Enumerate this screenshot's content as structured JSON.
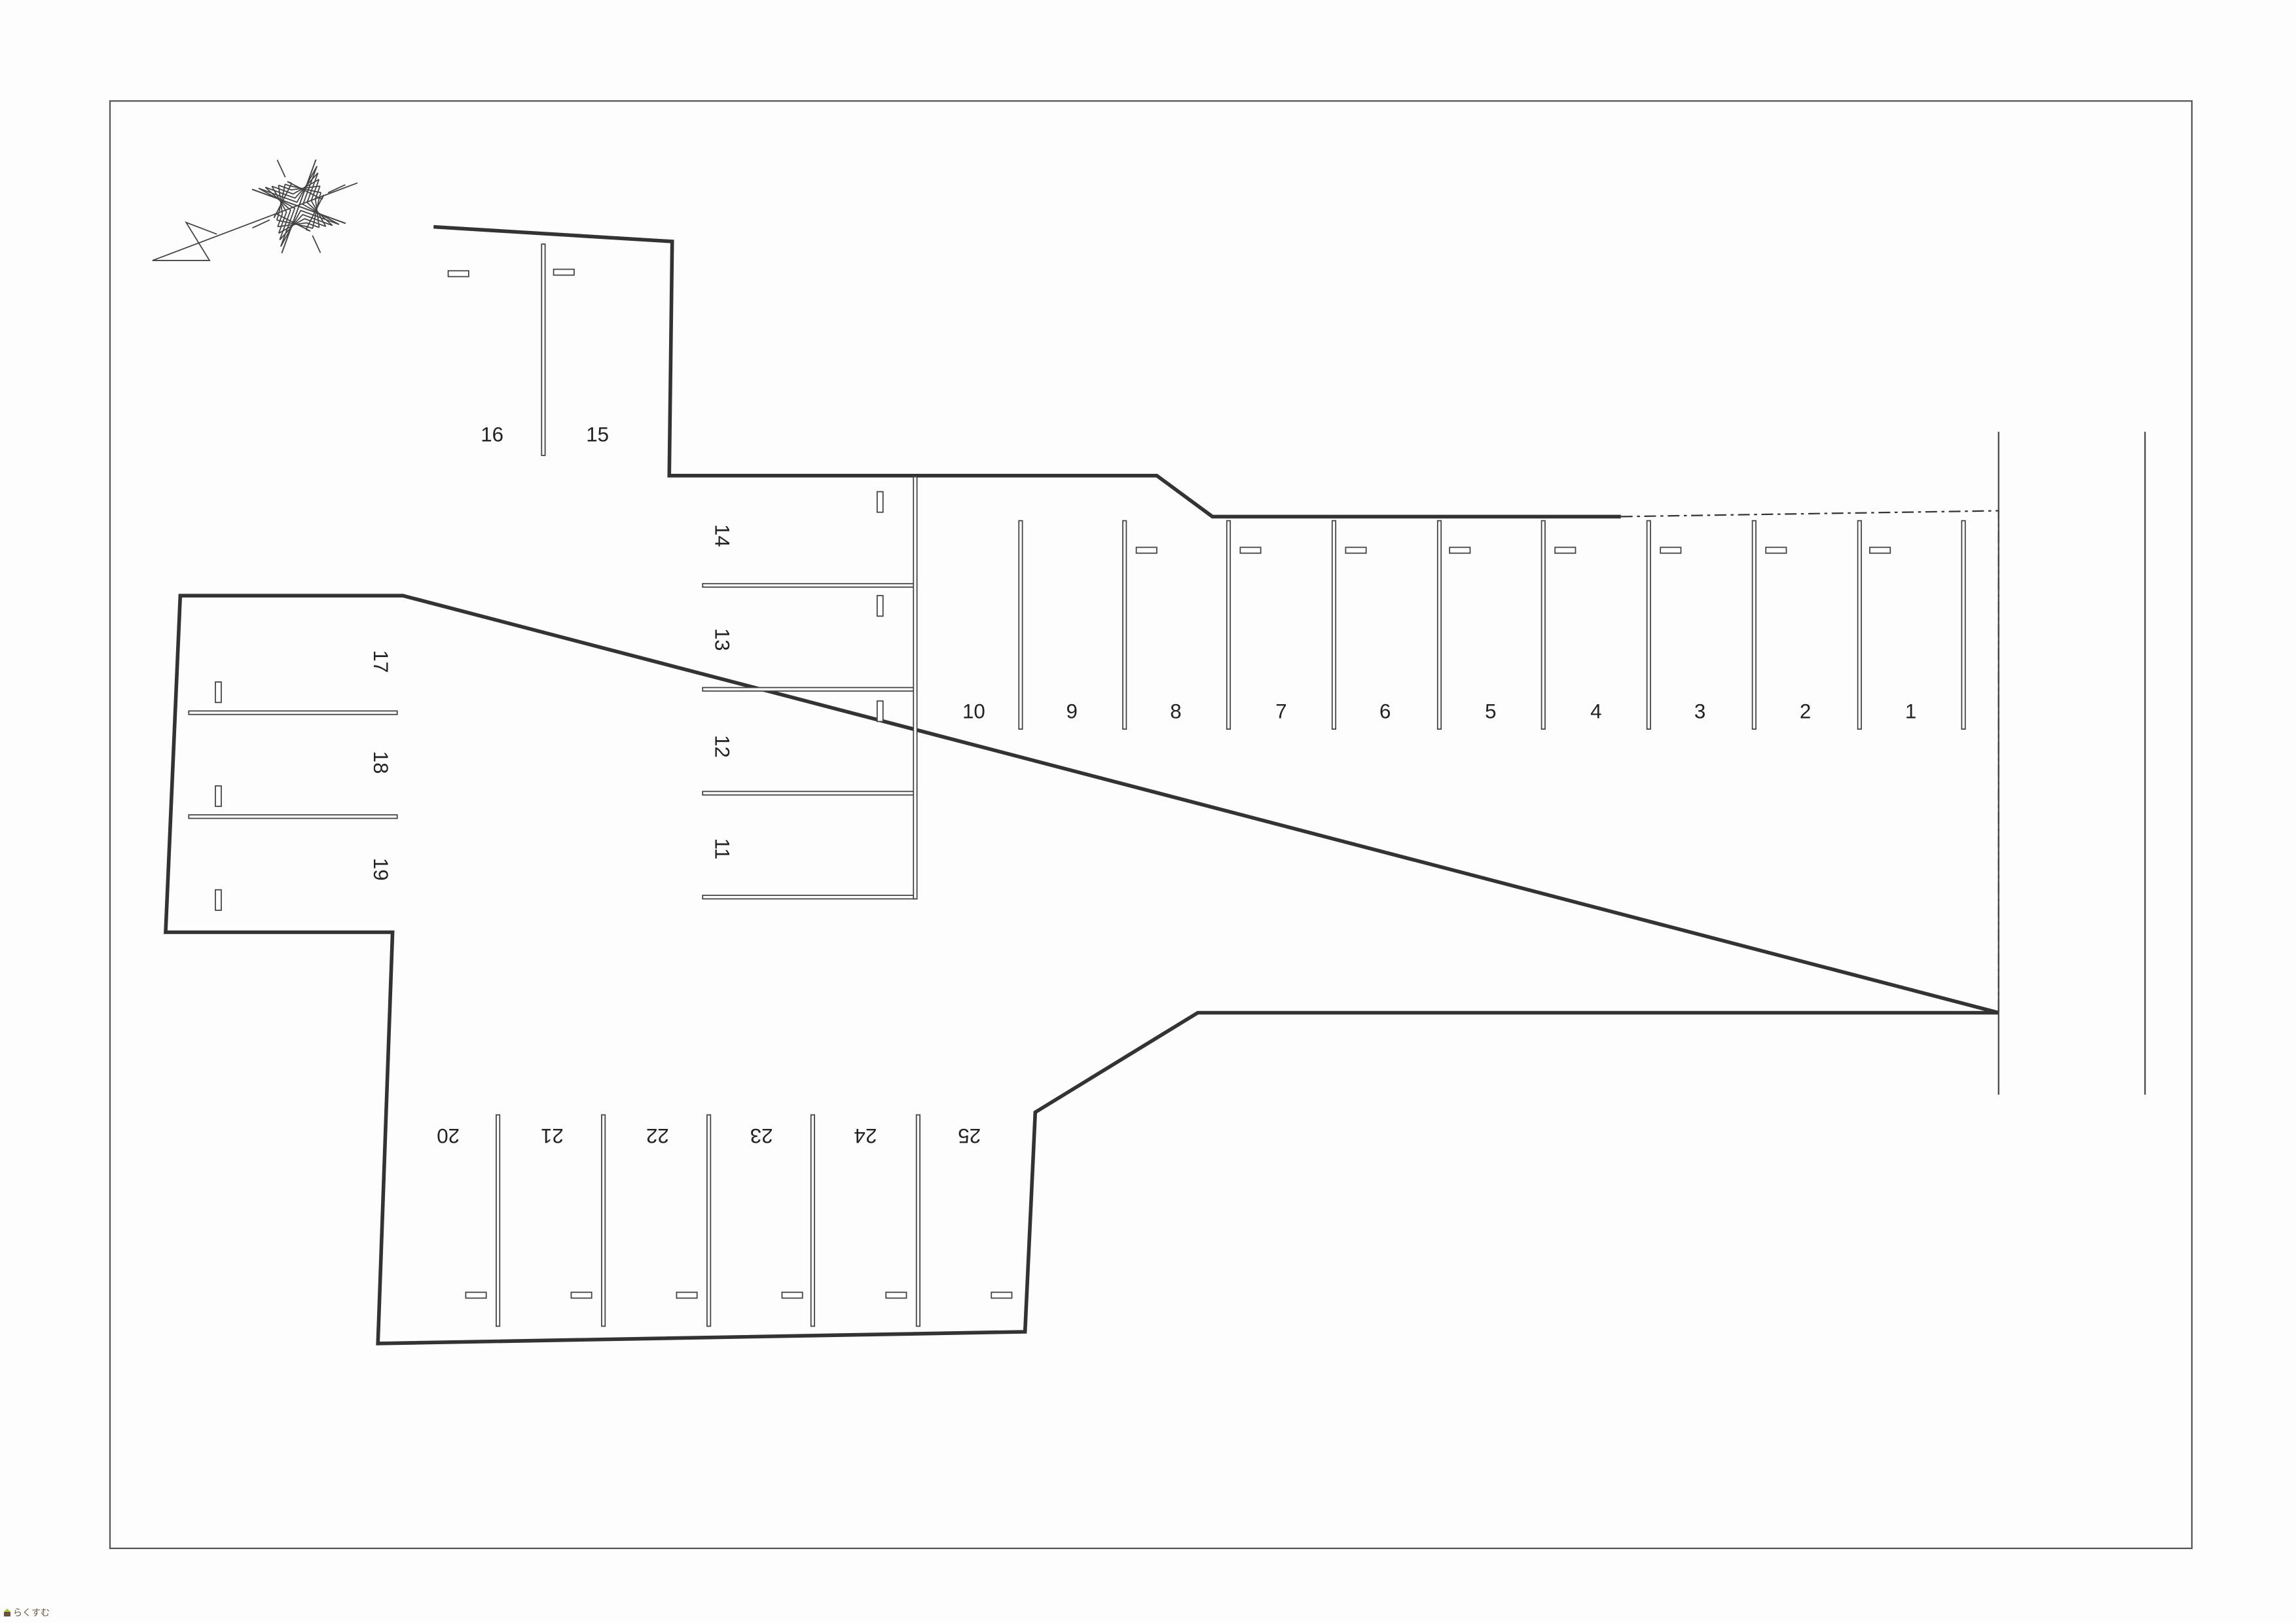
{
  "title": "Parking lot layout",
  "stalls": {
    "top_right": [
      "10",
      "9",
      "8",
      "7",
      "6",
      "5",
      "4",
      "3",
      "2",
      "1"
    ],
    "left_block": [
      "14",
      "13",
      "12",
      "11"
    ],
    "top_left": [
      "16",
      "15"
    ],
    "left_wing": [
      "17",
      "18",
      "19"
    ],
    "bottom": [
      "20",
      "21",
      "22",
      "23",
      "24",
      "25"
    ]
  },
  "compass_icon": "north-arrow-star",
  "logo": {
    "text": "らくすむ",
    "colors": [
      "#a6c93a",
      "#6b4f3f"
    ]
  }
}
